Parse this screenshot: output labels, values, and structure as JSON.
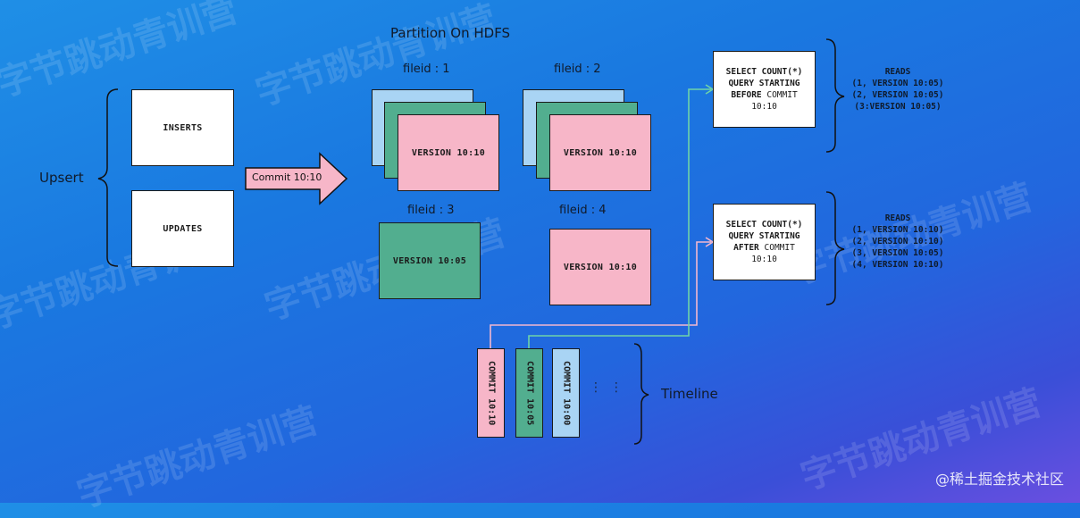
{
  "title": "Partition On HDFS",
  "upsert_label": "Upsert",
  "inserts_label": "INSERTS",
  "updates_label": "UPDATES",
  "commit_arrow_label": "Commit 10:10",
  "fileids": [
    {
      "label": "fileid : 1",
      "version": "VERSION 10:10"
    },
    {
      "label": "fileid : 2",
      "version": "VERSION 10:10"
    },
    {
      "label": "fileid : 3",
      "version": "VERSION 10:05"
    },
    {
      "label": "fileid : 4",
      "version": "VERSION 10:10"
    }
  ],
  "query_before": {
    "line1": "SELECT COUNT(*)",
    "line2": "QUERY STARTING",
    "line3_emph": "BEFORE",
    "line3_rest": " COMMIT",
    "line4": "10:10"
  },
  "query_after": {
    "line1": "SELECT COUNT(*)",
    "line2": "QUERY STARTING",
    "line3_emph": "AFTER",
    "line3_rest": " COMMIT",
    "line4": "10:10"
  },
  "reads_before": "READS\n(1, VERSION 10:05)\n(2, VERSION 10:05)\n(3:VERSION 10:05)",
  "reads_after": "READS\n(1, VERSION 10:10)\n(2, VERSION 10:10)\n(3, VERSION 10:05)\n(4, VERSION 10:10)",
  "timeline_label": "Timeline",
  "commits": [
    "COMMIT 10:10",
    "COMMIT 10:05",
    "COMMIT 10:00"
  ],
  "timeline_dots": "⋮  ⋮",
  "watermark": "字节跳动青训营",
  "credit": "@稀土掘金技术社区",
  "colors": {
    "pink": "#f7b6c8",
    "teal": "#52ae8f",
    "light_blue": "#a9d4f4"
  }
}
